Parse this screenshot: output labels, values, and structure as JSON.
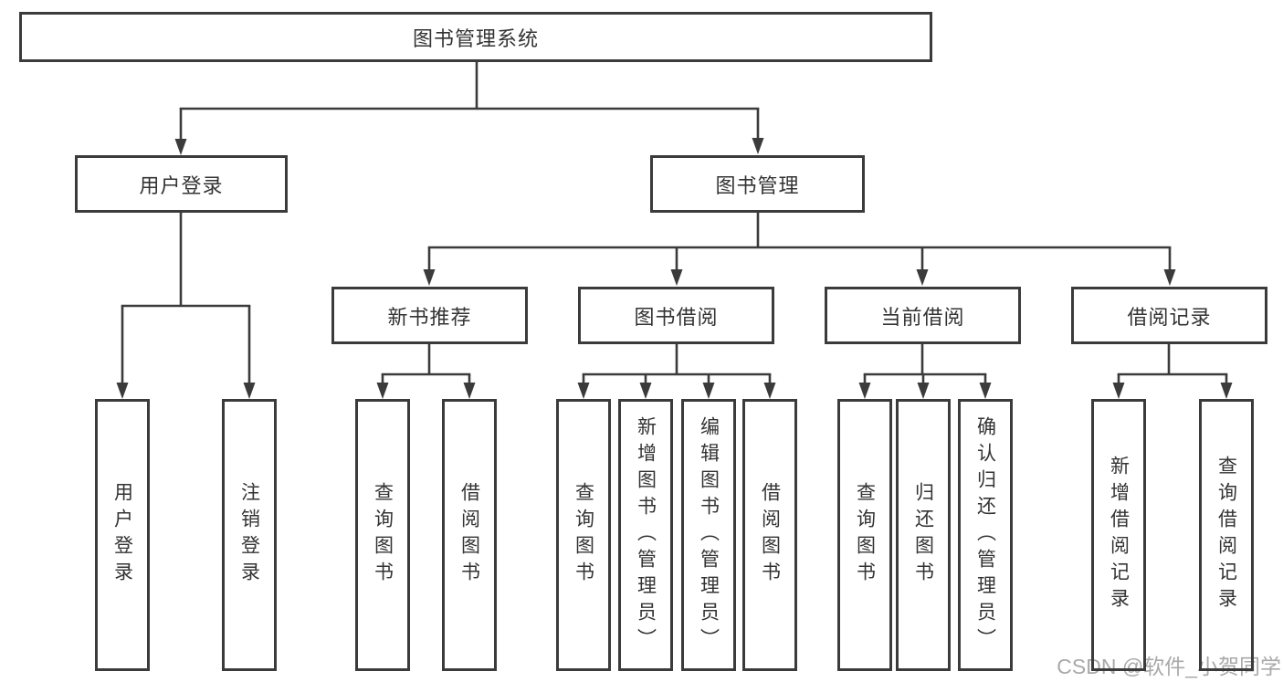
{
  "diagram": {
    "root_label": "图书管理系统",
    "branches": [
      {
        "label": "用户登录",
        "children": [
          {
            "label": "用户登录"
          },
          {
            "label": "注销登录"
          }
        ]
      },
      {
        "label": "图书管理",
        "children": [
          {
            "label": "新书推荐",
            "children": [
              {
                "label": "查询图书"
              },
              {
                "label": "借阅图书"
              }
            ]
          },
          {
            "label": "图书借阅",
            "children": [
              {
                "label": "查询图书"
              },
              {
                "label": "新增图书（管理员）"
              },
              {
                "label": "编辑图书（管理员）"
              },
              {
                "label": "借阅图书"
              }
            ]
          },
          {
            "label": "当前借阅",
            "children": [
              {
                "label": "查询图书"
              },
              {
                "label": "归还图书"
              },
              {
                "label": "确认归还（管理员）"
              }
            ]
          },
          {
            "label": "借阅记录",
            "children": [
              {
                "label": "新增借阅记录"
              },
              {
                "label": "查询借阅记录"
              }
            ]
          }
        ]
      }
    ]
  },
  "watermark": {
    "text": "CSDN @软件_小贺同学"
  },
  "colors": {
    "line": "#3b3b3b",
    "text": "#333333",
    "watermark": "#a9a9a9",
    "background": "#ffffff"
  }
}
